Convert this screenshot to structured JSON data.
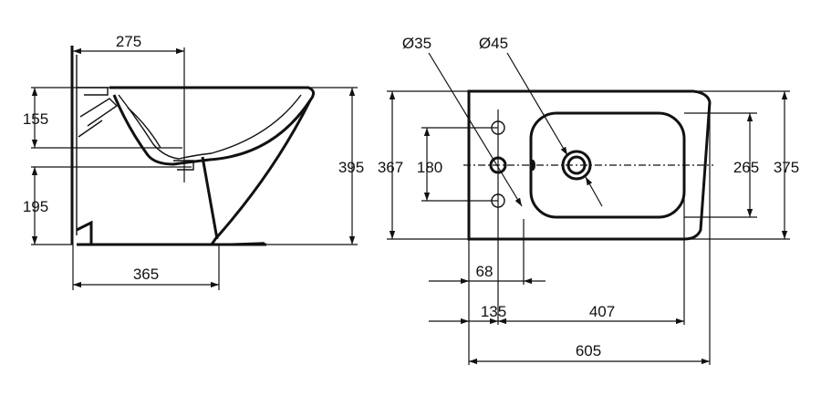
{
  "side_view": {
    "dims": {
      "top_width": "275",
      "upper_height": "155",
      "lower_height": "195",
      "total_height": "395",
      "base_depth": "365"
    }
  },
  "top_view": {
    "dims": {
      "tap_hole_diameter": "Ø35",
      "drain_diameter": "Ø45",
      "overall_width_left": "367",
      "hole_spacing": "180",
      "bowl_width": "265",
      "overall_width_right": "375",
      "hole_offset": "68",
      "rear_to_holes": "135",
      "holes_to_bowl_end": "407",
      "overall_length": "605"
    }
  },
  "colors": {
    "line": "#111111",
    "background": "#ffffff"
  }
}
